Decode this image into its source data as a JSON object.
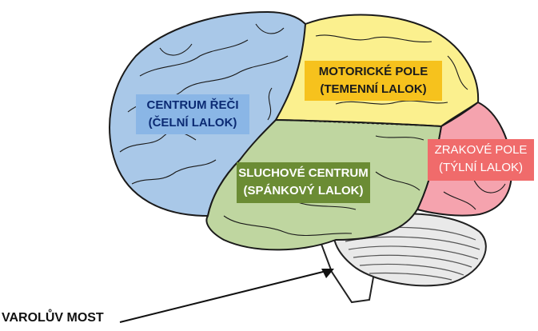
{
  "regions": {
    "frontal": {
      "line1": "CENTRUM ŘEČI",
      "line2": "(ČELNÍ LALOK)",
      "fill": "#a9c8e8",
      "label_bg": "#8ab6e6",
      "label_text": "#0b2a73"
    },
    "parietal": {
      "line1": "MOTORICKÉ POLE",
      "line2": "(TEMENNÍ LALOK)",
      "fill": "#fbf08e",
      "label_bg": "#f6c21d",
      "label_text": "#1b1b1b"
    },
    "occipital": {
      "line1": "ZRAKOVÉ POLE",
      "line2": "(TÝLNÍ LALOK)",
      "fill": "#f5a3ae",
      "label_bg": "#f06b6b",
      "label_text": "#ffffff"
    },
    "temporal": {
      "line1": "SLUCHOVÉ CENTRUM",
      "line2": "(SPÁNKOVÝ LALOK)",
      "fill": "#bfd6a0",
      "label_bg": "#6b8c34",
      "label_text": "#ffffff"
    },
    "pons": {
      "label": "VAROLŮV MOST"
    }
  },
  "cerebellum": {
    "fill": "#e9e9e9"
  }
}
